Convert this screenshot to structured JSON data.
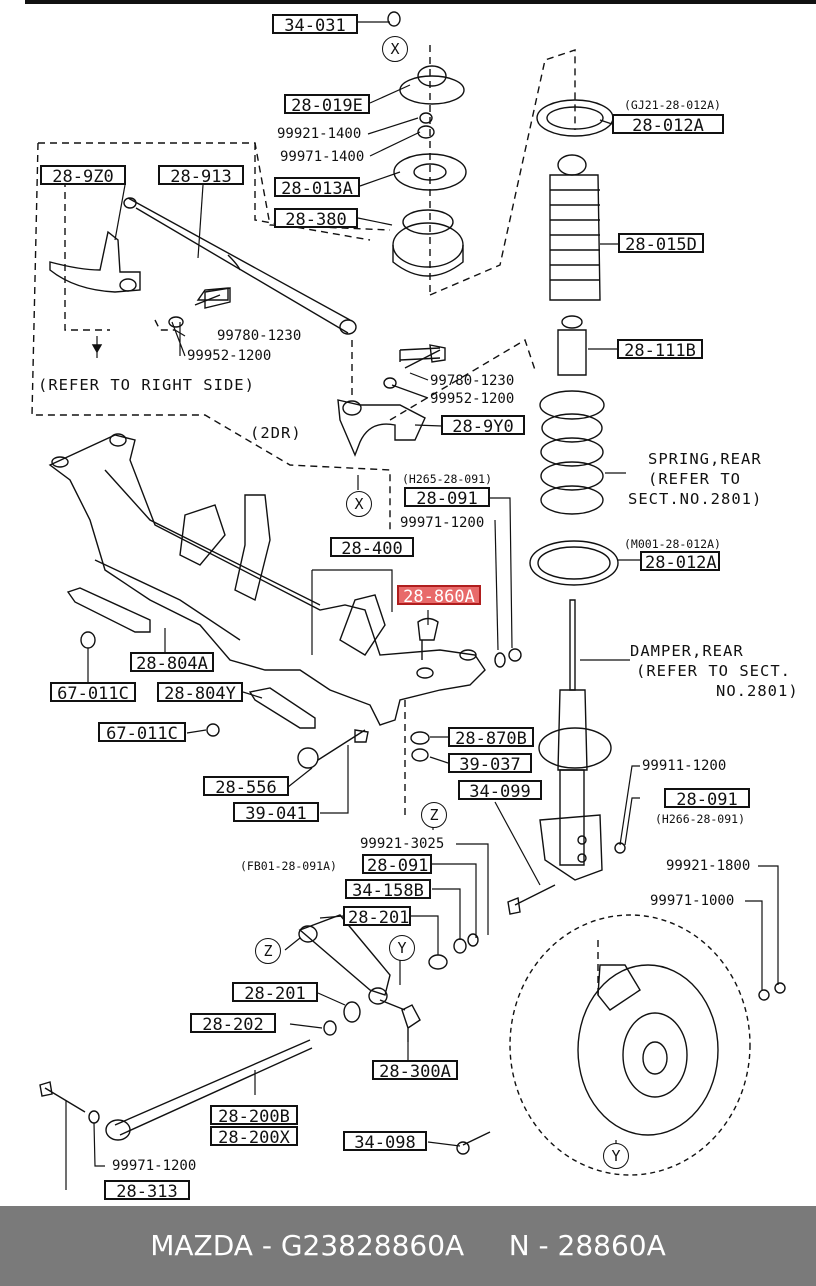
{
  "labels": [
    "34-031",
    "28-019E",
    "28-013A",
    "28-380",
    "28-012A",
    "28-015D",
    "28-111B",
    "28-9Z0",
    "28-913",
    "28-9Y0",
    "28-091",
    "28-400",
    "28-860A",
    "28-804A",
    "67-011C",
    "28-804Y",
    "67-011C",
    "28-870B",
    "39-037",
    "28-556",
    "39-041",
    "34-099",
    "28-091",
    "28-091",
    "34-158B",
    "28-201",
    "28-201",
    "28-202",
    "28-300A",
    "28-200B",
    "28-200X",
    "34-098",
    "28-313",
    "28-012A"
  ],
  "texts": [
    "99921-1400",
    "99971-1400",
    "99780-1230",
    "99952-1200",
    "99780-1230",
    "99952-1200",
    "(GJ21-28-012A)",
    "(H265-28-091)",
    "99971-1200",
    "SPRING,REAR",
    "(REFER TO",
    "SECT.NO.2801)",
    "(M001-28-012A)",
    "DAMPER,REAR",
    "(REFER TO SECT.",
    "NO.2801)",
    "99911-1200",
    "(H266-28-091)",
    "99921-3025",
    "(FB01-28-091A)",
    "99921-1800",
    "99971-1000",
    "99971-1200",
    "(REFER TO RIGHT SIDE)",
    "(2DR)"
  ],
  "callouts": [
    "X",
    "X",
    "Z",
    "Z",
    "Y",
    "Y"
  ],
  "highlight": {
    "color": "#e86a6a",
    "border": "#b01e1e"
  },
  "footer": {
    "text": "MAZDA - G23828860A     N - 28860A"
  }
}
